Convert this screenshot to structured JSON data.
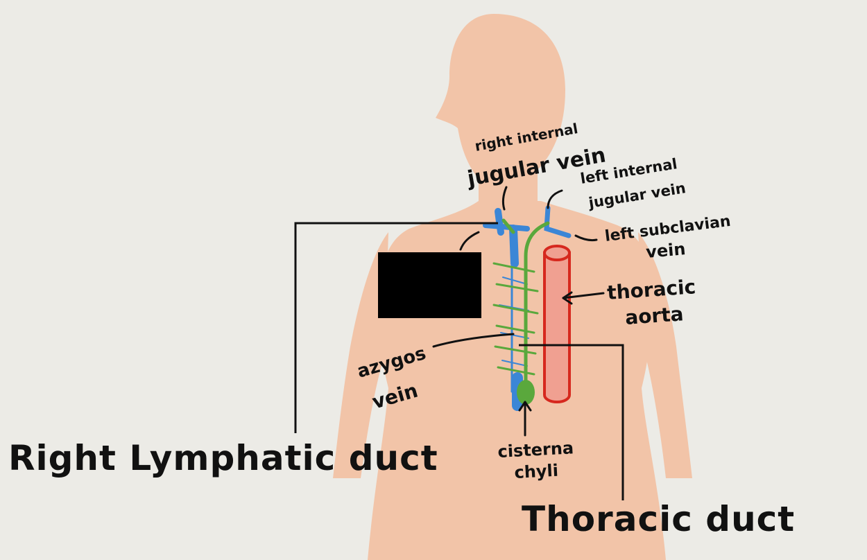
{
  "labels": {
    "right_internal_jugular_vein": [
      "right internal",
      "jugular vein"
    ],
    "left_internal_jugular_vein": [
      "left internal",
      "jugular vein"
    ],
    "left_subclavian_vein": [
      "left subclavian",
      "vein"
    ],
    "thoracic_aorta": [
      "thoracic",
      "aorta"
    ],
    "azygos_vein": [
      "azygos",
      "vein"
    ],
    "cisterna_chyli": [
      "cisterna",
      "chyli"
    ],
    "right_lymphatic_duct": "Right Lymphatic duct",
    "thoracic_duct": "Thoracic duct"
  },
  "colors": {
    "background": "#ecebe6",
    "skin": "#f2c4a8",
    "lymph": "#5aa83c",
    "vein": "#3b86d6",
    "aorta_fill": "#f0a091",
    "aorta_stroke": "#d6281e",
    "redaction": "#000000"
  }
}
